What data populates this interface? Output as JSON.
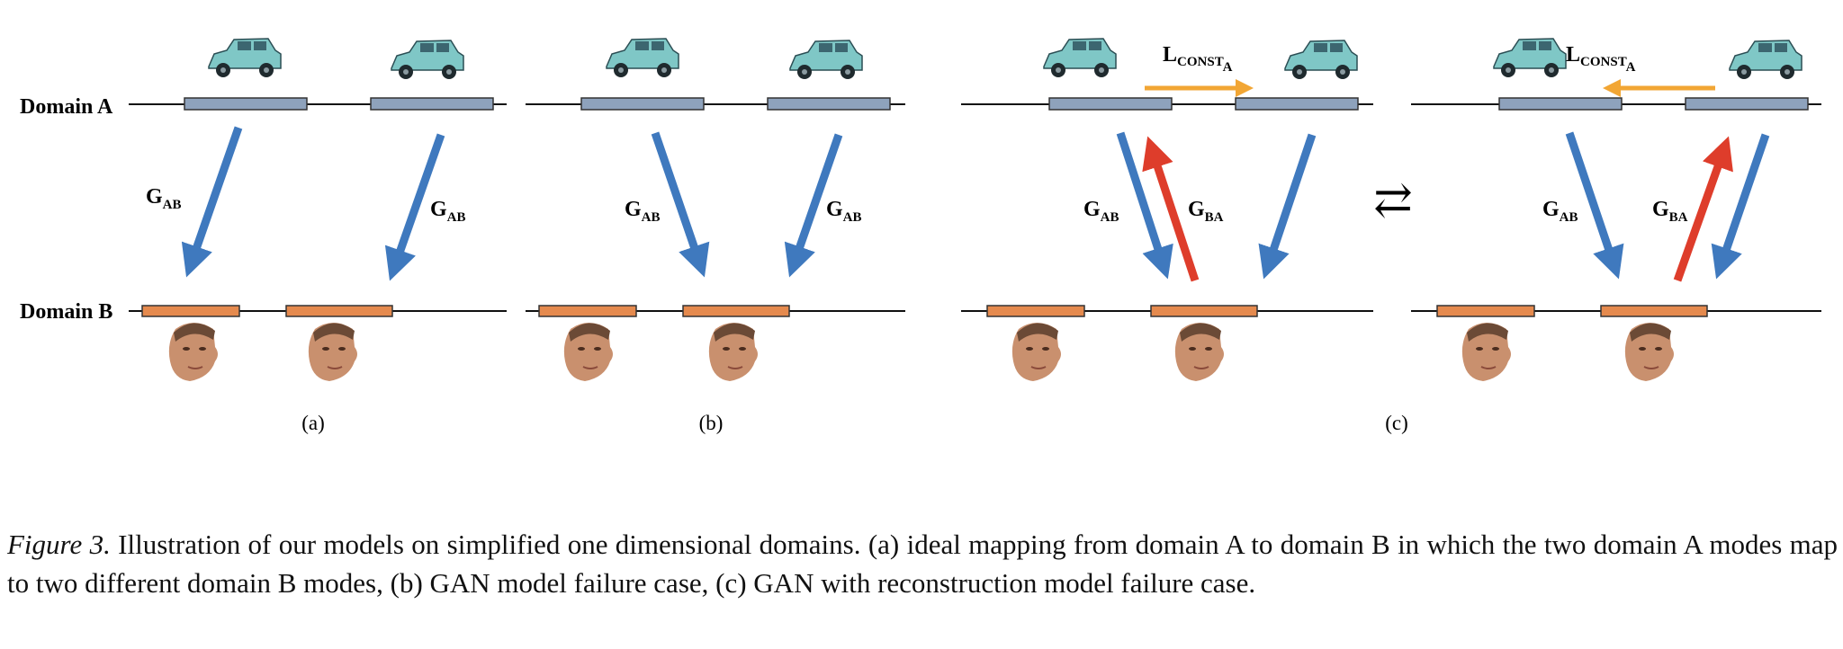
{
  "figure": {
    "domain_a_label": "Domain A",
    "domain_b_label": "Domain B",
    "generator_ab": {
      "main": "G",
      "sub": "AB"
    },
    "generator_ba": {
      "main": "G",
      "sub": "BA"
    },
    "const_loss": {
      "main": "L",
      "sub": "CONST",
      "subsub": "A"
    },
    "swap_symbol": "⇄",
    "panel_labels": [
      "(a)",
      "(b)",
      "(c)"
    ]
  },
  "caption": {
    "lead": "Figure 3.",
    "text": " Illustration of our models on simplified one dimensional domains. (a) ideal mapping from domain A to domain B in which the two domain A modes map to two different domain B modes, (b) GAN model failure case, (c) GAN with reconstruction model failure case."
  },
  "colors": {
    "mode_a": "#8ea2bc",
    "mode_b": "#e58a4e",
    "arrow_ab": "#3f79be",
    "arrow_ba": "#de3d2b",
    "loss_arrow": "#f2a634"
  }
}
